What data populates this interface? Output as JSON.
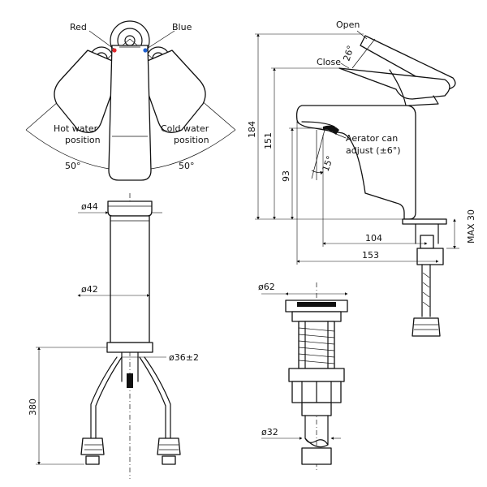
{
  "colors": {
    "line": "#111111",
    "red_mark": "#e0262a",
    "blue_mark": "#1c5fd0",
    "background": "#ffffff"
  },
  "top_view": {
    "red": "Red",
    "blue": "Blue",
    "hot_water": [
      "Hot water",
      "position"
    ],
    "cold_water": [
      "Cold water",
      "position"
    ],
    "angle_left": "50°",
    "angle_right": "50°"
  },
  "front_view": {
    "d_spout": "ø44",
    "d_body": "ø42",
    "d_thread": "ø36±2",
    "hose_length": "380"
  },
  "side_view": {
    "open": "Open",
    "close": "Close",
    "lever_angle": "26°",
    "aerator_note": [
      "Aerator can",
      "adjust (±6°)"
    ],
    "aerator_angle": "15°",
    "h_total": "184",
    "h_spout": "151",
    "h_outlet": "93",
    "max_deck": "MAX 30",
    "reach": "104",
    "depth": "153"
  },
  "waste": {
    "d_top": "ø62",
    "d_bottom": "ø32"
  }
}
